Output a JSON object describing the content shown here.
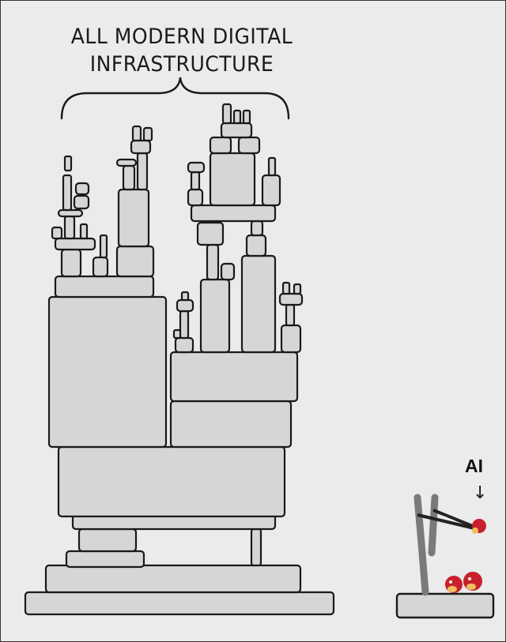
{
  "comic": {
    "caption_line1": "ALL MODERN DIGITAL",
    "caption_line2": "INFRASTRUCTURE",
    "ai_label": "AI",
    "ai_arrow": "↓",
    "colors": {
      "background": "#ebebeb",
      "block_fill": "#d6d6d6",
      "stroke": "#1a1a1a",
      "slingshot": "#7a7a7a",
      "bird_red": "#c8202c",
      "bird_belly": "#f0c060"
    },
    "tower_blocks": [
      [
        32,
        750,
        390,
        28
      ],
      [
        58,
        716,
        322,
        34
      ],
      [
        84,
        698,
        98,
        20
      ],
      [
        100,
        670,
        72,
        28
      ],
      [
        318,
        670,
        12,
        46
      ],
      [
        92,
        652,
        256,
        18
      ],
      [
        74,
        566,
        286,
        88
      ],
      [
        62,
        376,
        148,
        190
      ],
      [
        216,
        508,
        152,
        58
      ],
      [
        216,
        446,
        160,
        62
      ],
      [
        70,
        350,
        124,
        26
      ],
      [
        78,
        316,
        24,
        34
      ],
      [
        118,
        326,
        18,
        24
      ],
      [
        127,
        298,
        8,
        28
      ],
      [
        148,
        312,
        46,
        38
      ],
      [
        150,
        240,
        38,
        72
      ],
      [
        156,
        210,
        14,
        30
      ],
      [
        148,
        202,
        24,
        8
      ],
      [
        174,
        194,
        12,
        46
      ],
      [
        166,
        178,
        24,
        16
      ],
      [
        168,
        160,
        10,
        18
      ],
      [
        182,
        162,
        10,
        16
      ],
      [
        70,
        302,
        50,
        14
      ],
      [
        66,
        288,
        12,
        14
      ],
      [
        102,
        284,
        8,
        18
      ],
      [
        82,
        274,
        12,
        28
      ],
      [
        74,
        266,
        30,
        8
      ],
      [
        80,
        222,
        10,
        44
      ],
      [
        82,
        198,
        8,
        18
      ],
      [
        94,
        248,
        18,
        16
      ],
      [
        96,
        232,
        16,
        14
      ],
      [
        222,
        428,
        22,
        18
      ],
      [
        228,
        394,
        10,
        34
      ],
      [
        224,
        380,
        20,
        14
      ],
      [
        230,
        370,
        8,
        10
      ],
      [
        220,
        418,
        8,
        10
      ],
      [
        254,
        354,
        36,
        92
      ],
      [
        262,
        310,
        14,
        44
      ],
      [
        280,
        334,
        16,
        20
      ],
      [
        250,
        282,
        32,
        28
      ],
      [
        306,
        324,
        42,
        122
      ],
      [
        312,
        298,
        24,
        26
      ],
      [
        318,
        280,
        14,
        18
      ],
      [
        356,
        412,
        24,
        34
      ],
      [
        362,
        386,
        10,
        26
      ],
      [
        354,
        372,
        28,
        14
      ],
      [
        358,
        358,
        8,
        14
      ],
      [
        372,
        360,
        8,
        12
      ],
      [
        242,
        260,
        106,
        20
      ],
      [
        266,
        194,
        56,
        66
      ],
      [
        332,
        222,
        22,
        38
      ],
      [
        340,
        200,
        8,
        22
      ],
      [
        238,
        240,
        18,
        20
      ],
      [
        242,
        218,
        10,
        22
      ],
      [
        238,
        206,
        20,
        12
      ],
      [
        266,
        174,
        26,
        20
      ],
      [
        302,
        174,
        26,
        20
      ],
      [
        280,
        156,
        38,
        18
      ],
      [
        282,
        132,
        10,
        24
      ],
      [
        296,
        140,
        8,
        16
      ],
      [
        308,
        140,
        8,
        16
      ]
    ],
    "ai_platform": [
      502,
      752,
      122,
      30
    ]
  }
}
